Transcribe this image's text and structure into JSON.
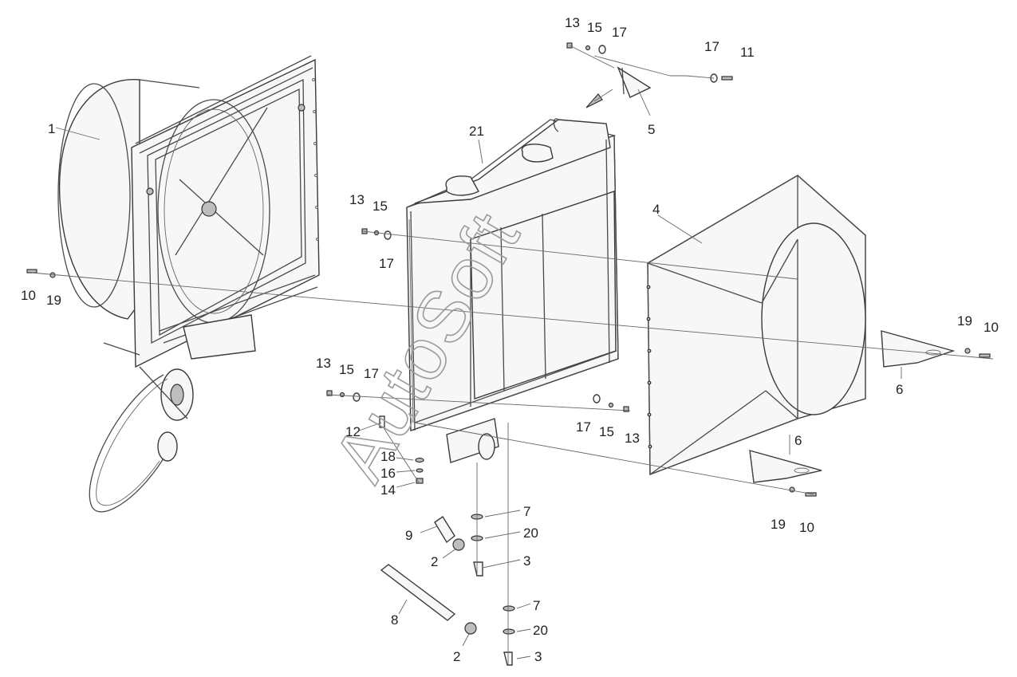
{
  "watermark": "AutoSoft",
  "callouts": [
    {
      "id": "c1",
      "text": "1"
    },
    {
      "id": "c21",
      "text": "21"
    },
    {
      "id": "c4",
      "text": "4"
    },
    {
      "id": "c5",
      "text": "5"
    },
    {
      "id": "c6a",
      "text": "6"
    },
    {
      "id": "c6b",
      "text": "6"
    },
    {
      "id": "c13a",
      "text": "13"
    },
    {
      "id": "c15a",
      "text": "15"
    },
    {
      "id": "c17a",
      "text": "17"
    },
    {
      "id": "c17b",
      "text": "17"
    },
    {
      "id": "c11",
      "text": "11"
    },
    {
      "id": "c13b",
      "text": "13"
    },
    {
      "id": "c15b",
      "text": "15"
    },
    {
      "id": "c17c",
      "text": "17"
    },
    {
      "id": "c10a",
      "text": "10"
    },
    {
      "id": "c19a",
      "text": "19"
    },
    {
      "id": "c19b",
      "text": "19"
    },
    {
      "id": "c10b",
      "text": "10"
    },
    {
      "id": "c13c",
      "text": "13"
    },
    {
      "id": "c15c",
      "text": "15"
    },
    {
      "id": "c17d",
      "text": "17"
    },
    {
      "id": "c12",
      "text": "12"
    },
    {
      "id": "c18",
      "text": "18"
    },
    {
      "id": "c16",
      "text": "16"
    },
    {
      "id": "c14",
      "text": "14"
    },
    {
      "id": "c17e",
      "text": "17"
    },
    {
      "id": "c15d",
      "text": "15"
    },
    {
      "id": "c13d",
      "text": "13"
    },
    {
      "id": "c7a",
      "text": "7"
    },
    {
      "id": "c20a",
      "text": "20"
    },
    {
      "id": "c3a",
      "text": "3"
    },
    {
      "id": "c9",
      "text": "9"
    },
    {
      "id": "c2a",
      "text": "2"
    },
    {
      "id": "c8",
      "text": "8"
    },
    {
      "id": "c7b",
      "text": "7"
    },
    {
      "id": "c20b",
      "text": "20"
    },
    {
      "id": "c2b",
      "text": "2"
    },
    {
      "id": "c3b",
      "text": "3"
    },
    {
      "id": "c19c",
      "text": "19"
    },
    {
      "id": "c10c",
      "text": "10"
    }
  ]
}
